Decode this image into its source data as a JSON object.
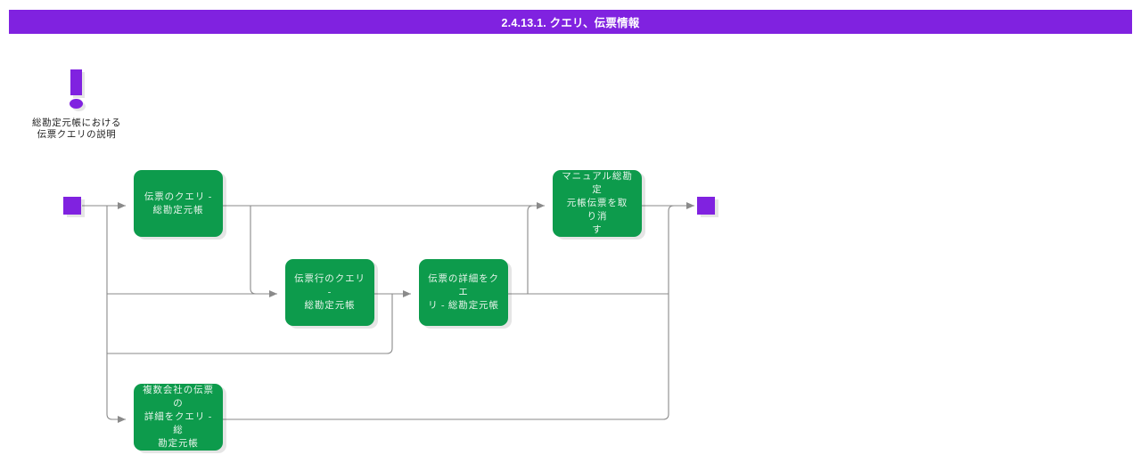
{
  "header": {
    "title": "2.4.13.1. クエリ、伝票情報",
    "bar_color": "#8022e0",
    "text_color": "#ffffff"
  },
  "note": {
    "icon": "exclamation-mark-icon",
    "icon_color": "#8022e0",
    "caption": "総勘定元帳における\n伝票クエリの説明"
  },
  "diagram": {
    "type": "flowchart",
    "node_color": "#0d9b4c",
    "node_text_color": "#e8f5ec",
    "terminator_color": "#8022e0",
    "connector_color": "#8a8a8a",
    "start_terminator": "start",
    "end_terminator": "end",
    "nodes": [
      {
        "id": "node-1",
        "label": "伝票のクエリ -\n総勘定元帳"
      },
      {
        "id": "node-2",
        "label": "伝票行のクエリ -\n総勘定元帳"
      },
      {
        "id": "node-3",
        "label": "伝票の詳細をクエ\nリ - 総勘定元帳"
      },
      {
        "id": "node-4",
        "label": "マニュアル総勘 定\n元帳伝票を取 り消\nす"
      },
      {
        "id": "node-5",
        "label": "複数会社の伝票の\n詳細をクエリ - 総\n勘定元帳"
      }
    ]
  }
}
